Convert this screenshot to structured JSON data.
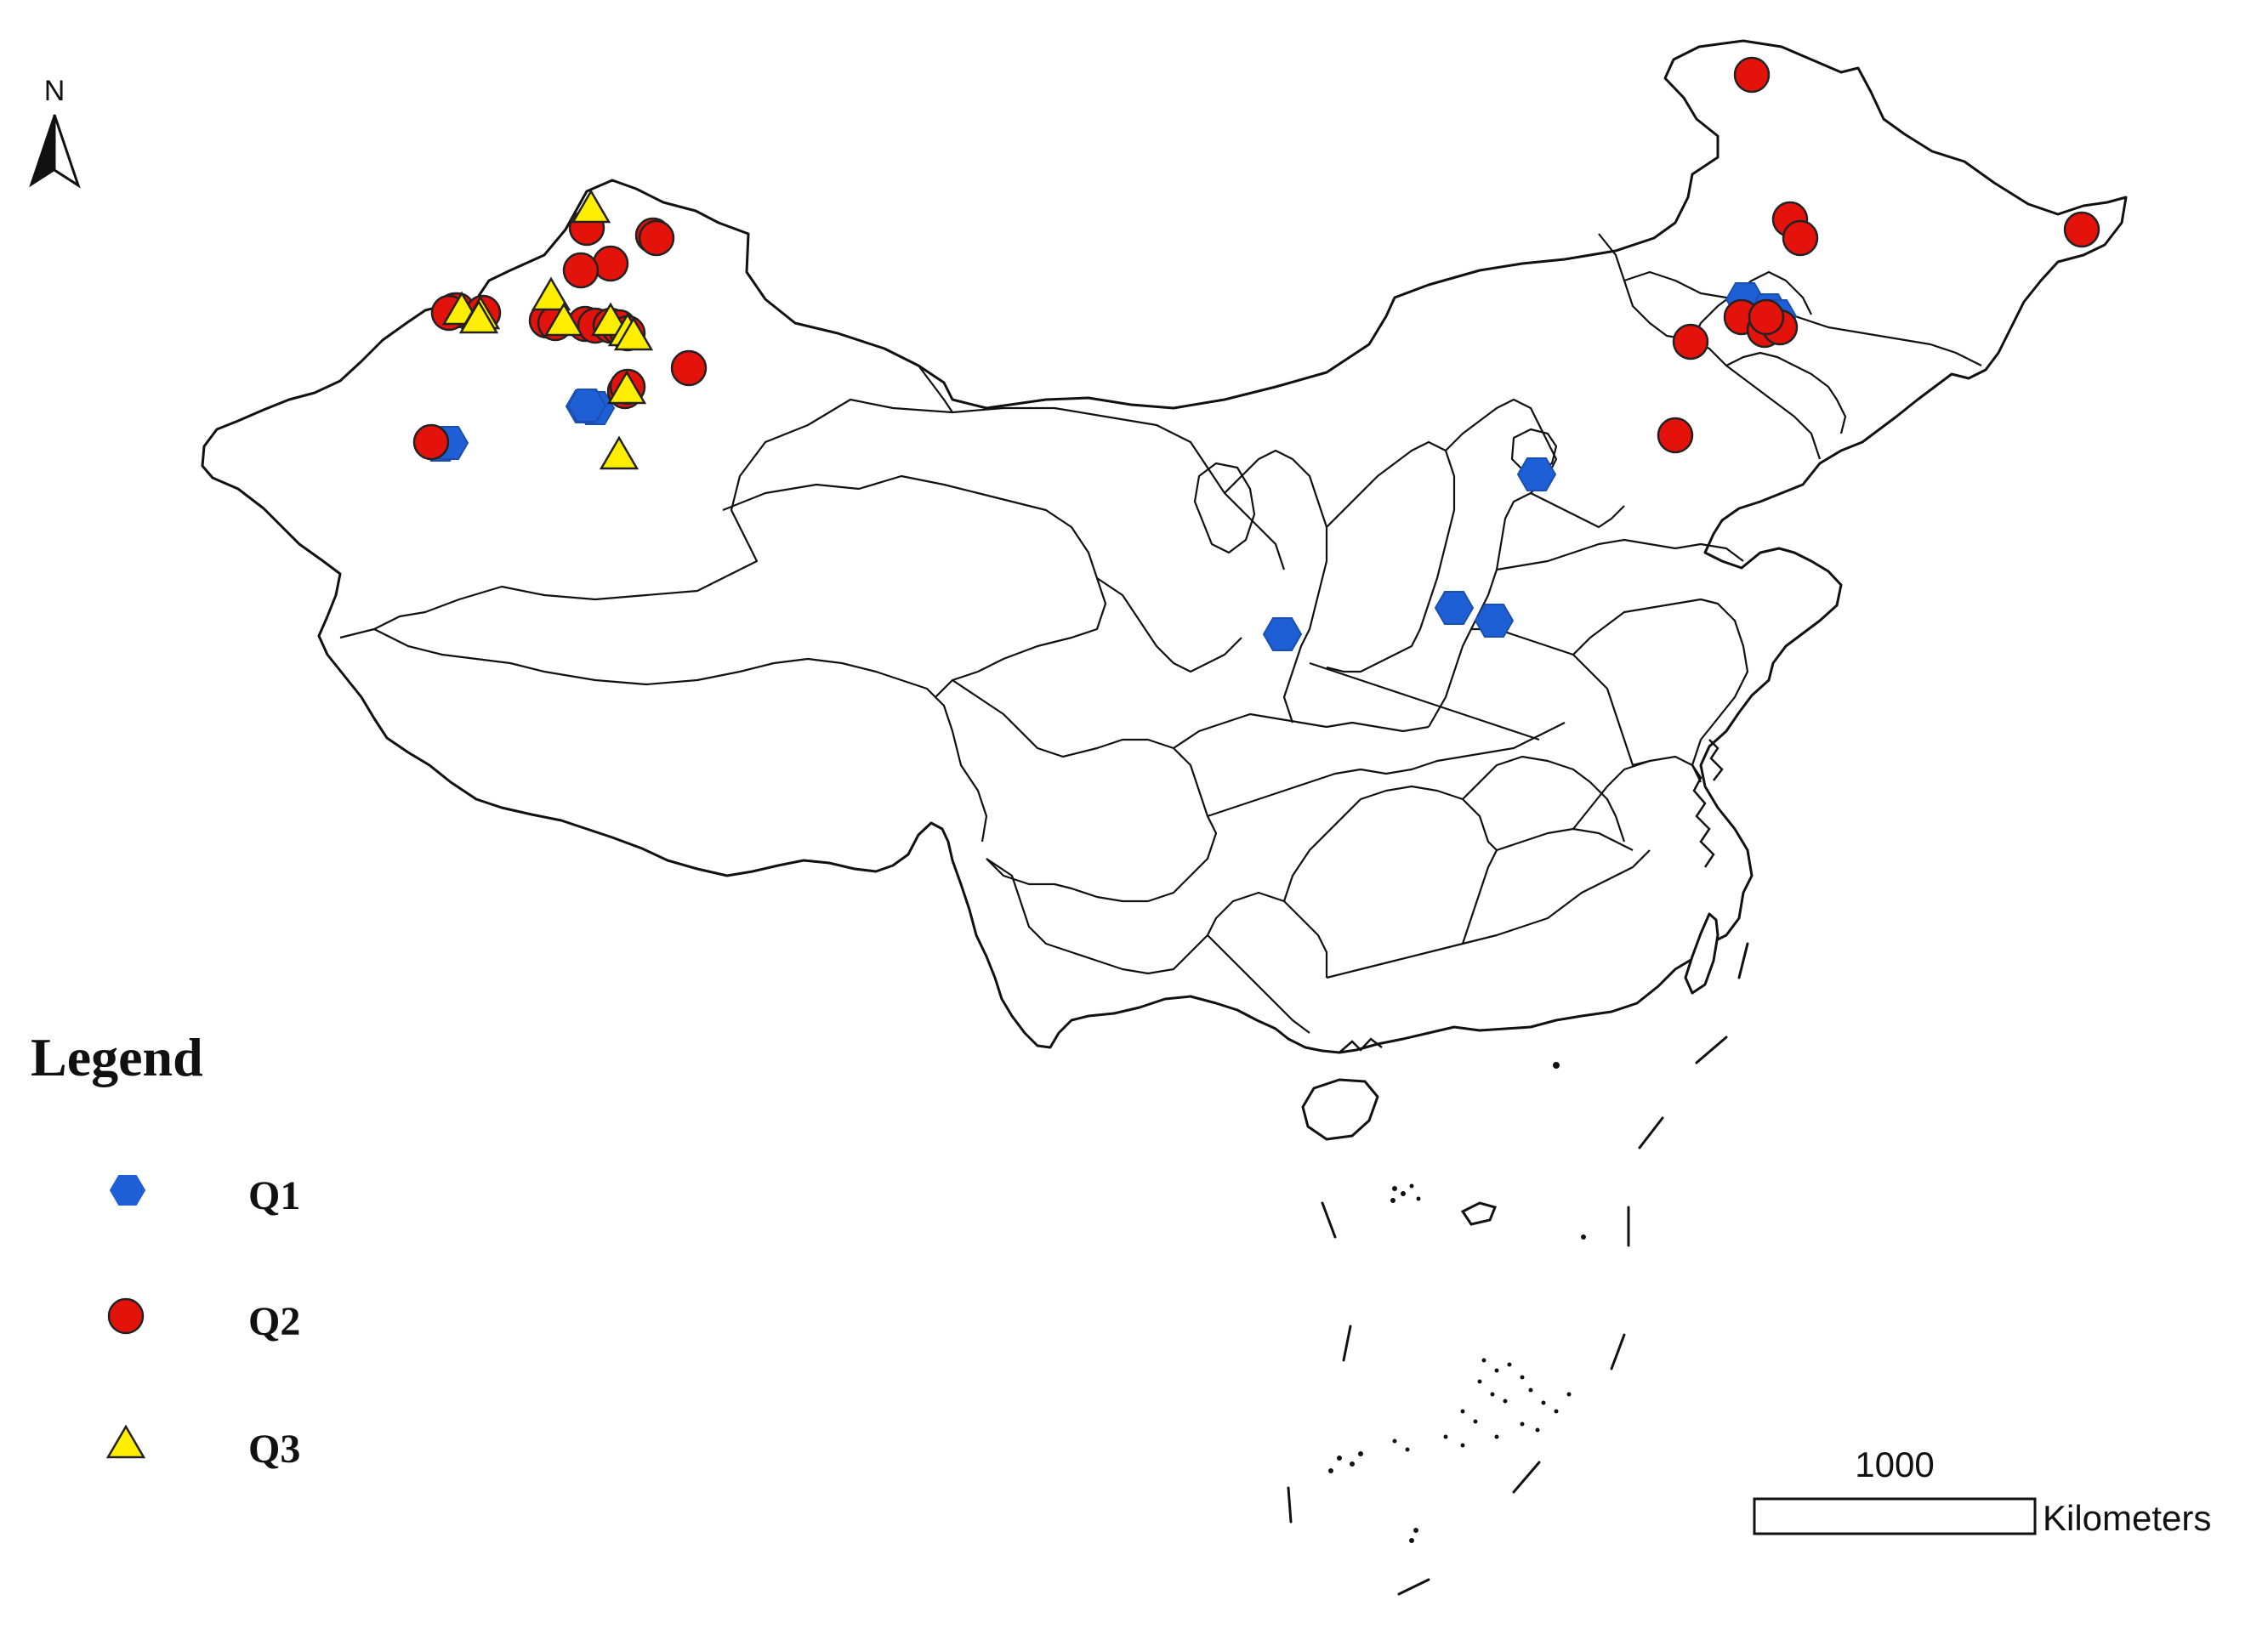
{
  "north_arrow": {
    "label": "N",
    "icon": "north-arrow-icon"
  },
  "legend": {
    "title": "Legend",
    "items": [
      {
        "label": "Q1",
        "icon": "blue-hexagon-icon",
        "fill": "#1f5fd6",
        "shape": "hexagon"
      },
      {
        "label": "Q2",
        "icon": "red-circle-icon",
        "fill": "#e3120b",
        "shape": "circle"
      },
      {
        "label": "Q3",
        "icon": "yellow-triangle-icon",
        "fill": "#ffee00",
        "shape": "triangle"
      }
    ]
  },
  "scale_bar": {
    "value": "1000",
    "unit": "Kilometers"
  },
  "colors": {
    "outline": "#111111",
    "background": "#ffffff"
  }
}
